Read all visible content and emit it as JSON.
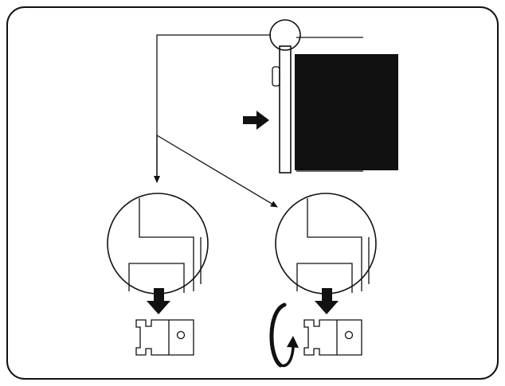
{
  "figure": {
    "kind": "installation-diagram",
    "line_color": "#111111",
    "background_color": "#ffffff",
    "fabric_color": "#000000",
    "parts": {
      "blind_assembly": "blind-with-end-bracket",
      "detail_marker": "magnifier-circle",
      "detail_left": "bracket-detail-push-down",
      "detail_right": "bracket-detail-push-down-and-rotate"
    },
    "icons": {
      "push_arrow": "arrow-right-icon",
      "down_arrows": "arrow-down-icon",
      "rotate_arrow": "rotate-clockwise-icon",
      "bracket_clip": "bracket-clip-icon"
    }
  }
}
